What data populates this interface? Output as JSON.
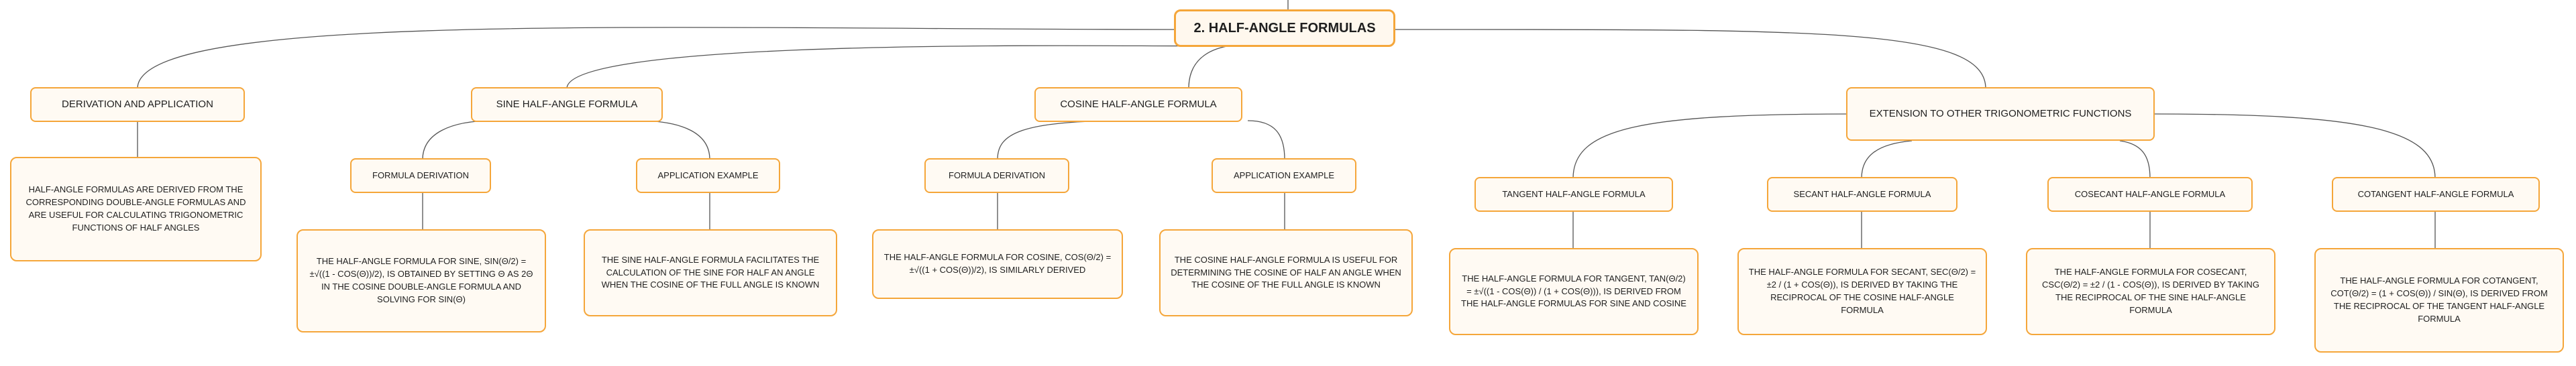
{
  "root": "2. HALF-ANGLE FORMULAS",
  "derivation": {
    "title": "DERIVATION AND APPLICATION",
    "text": "HALF-ANGLE FORMULAS ARE DERIVED FROM THE CORRESPONDING DOUBLE-ANGLE FORMULAS AND ARE USEFUL FOR CALCULATING TRIGONOMETRIC FUNCTIONS OF HALF ANGLES"
  },
  "sine": {
    "title": "SINE HALF-ANGLE FORMULA",
    "derivation": {
      "title": "FORMULA DERIVATION",
      "text": "THE HALF-ANGLE FORMULA FOR SINE, SIN(θ/2) = ±√((1 - COS(θ))/2), IS OBTAINED BY SETTING θ AS 2θ IN THE COSINE DOUBLE-ANGLE FORMULA AND SOLVING FOR SIN(θ)"
    },
    "example": {
      "title": "APPLICATION EXAMPLE",
      "text": "THE SINE HALF-ANGLE FORMULA FACILITATES THE CALCULATION OF THE SINE FOR HALF AN ANGLE WHEN THE COSINE OF THE FULL ANGLE IS KNOWN"
    }
  },
  "cosine": {
    "title": "COSINE HALF-ANGLE FORMULA",
    "derivation": {
      "title": "FORMULA DERIVATION",
      "text": "THE HALF-ANGLE FORMULA FOR COSINE, COS(θ/2) = ±√((1 + COS(θ))/2), IS SIMILARLY DERIVED"
    },
    "example": {
      "title": "APPLICATION EXAMPLE",
      "text": "THE COSINE HALF-ANGLE FORMULA IS USEFUL FOR DETERMINING THE COSINE OF HALF AN ANGLE WHEN THE COSINE OF THE FULL ANGLE IS KNOWN"
    }
  },
  "extension": {
    "title": "EXTENSION TO OTHER TRIGONOMETRIC FUNCTIONS",
    "tangent": {
      "title": "TANGENT HALF-ANGLE FORMULA",
      "text": "THE HALF-ANGLE FORMULA FOR TANGENT, TAN(θ/2) = ±√((1 - COS(θ)) / (1 + COS(θ))), IS DERIVED FROM THE HALF-ANGLE FORMULAS FOR SINE AND COSINE"
    },
    "secant": {
      "title": "SECANT HALF-ANGLE FORMULA",
      "text": "THE HALF-ANGLE FORMULA FOR SECANT, SEC(θ/2) = ±2 / (1 + COS(θ)), IS DERIVED BY TAKING THE RECIPROCAL OF THE COSINE HALF-ANGLE FORMULA"
    },
    "cosecant": {
      "title": "COSECANT HALF-ANGLE FORMULA",
      "text": "THE HALF-ANGLE FORMULA FOR COSECANT, CSC(θ/2) = ±2 / (1 - COS(θ)), IS DERIVED BY TAKING THE RECIPROCAL OF THE SINE HALF-ANGLE FORMULA"
    },
    "cotangent": {
      "title": "COTANGENT HALF-ANGLE FORMULA",
      "text": "THE HALF-ANGLE FORMULA FOR COTANGENT, COT(θ/2) = (1 + COS(θ)) / SIN(θ), IS DERIVED FROM THE RECIPROCAL OF THE TANGENT HALF-ANGLE FORMULA"
    }
  },
  "colors": {
    "accent": "#f5a63a",
    "node_fill": "#fffaf3",
    "edge": "#555555"
  }
}
